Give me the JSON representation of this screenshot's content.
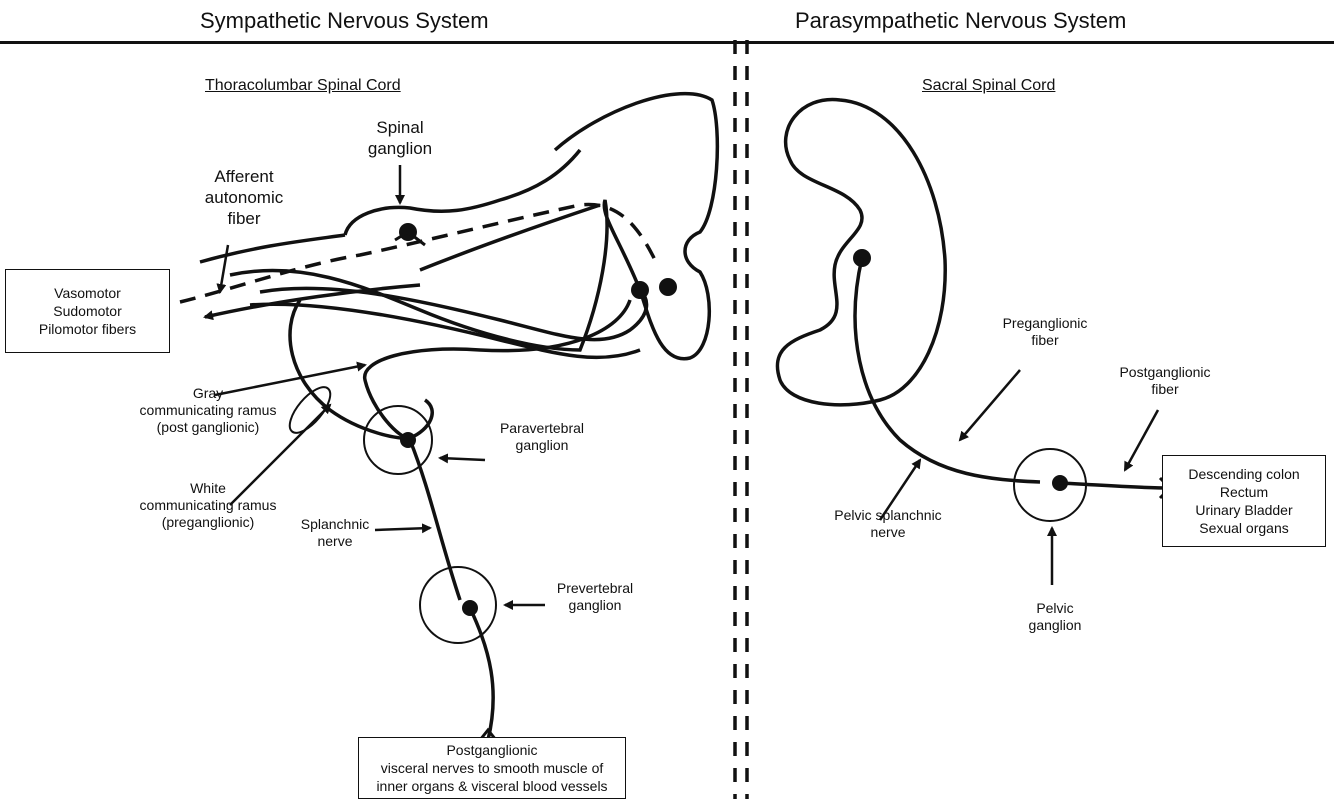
{
  "headers": {
    "sympathetic": "Sympathetic Nervous System",
    "parasympathetic": "Parasympathetic Nervous System"
  },
  "sections": {
    "thoracolumbar": "Thoracolumbar Spinal Cord",
    "sacral": "Sacral Spinal Cord"
  },
  "labels": {
    "spinal_ganglion": "Spinal\nganglion",
    "afferent": "Afferent\nautonomic\nfiber",
    "gray_ramus": "Gray\ncommunicating ramus\n(post ganglionic)",
    "white_ramus": "White\ncommunicating ramus\n(preganglionic)",
    "paravertebral": "Paravertebral\nganglion",
    "splanchnic": "Splanchnic\nnerve",
    "prevertebral": "Prevertebral\nganglion",
    "preganglionic_fiber": "Preganglionic\nfiber",
    "postganglionic_fiber": "Postganglionic\nfiber",
    "pelvic_splanchnic": "Pelvic splanchnic\nnerve",
    "pelvic_ganglion": "Pelvic\nganglion"
  },
  "boxes": {
    "vasomotor": "Vasomotor\nSudomotor\nPilomotor fibers",
    "postganglionic_visceral": "Postganglionic\nvisceral nerves to smooth muscle of\ninner organs & visceral blood vessels",
    "targets": "Descending colon\nRectum\nUrinary Bladder\nSexual organs"
  }
}
